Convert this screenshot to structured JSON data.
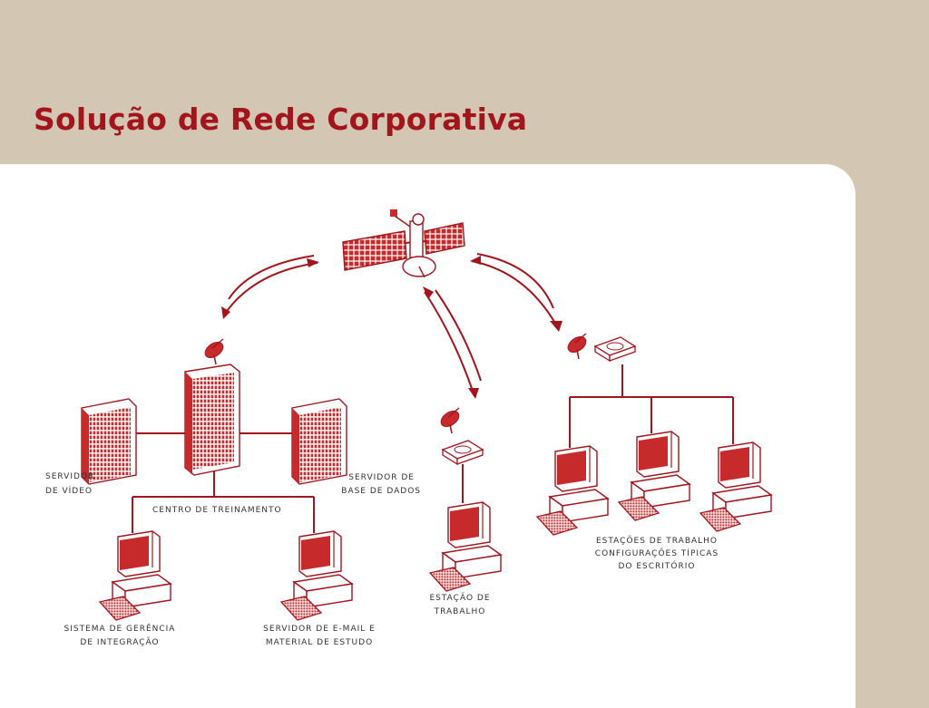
{
  "title": "Solução de Rede Corporativa",
  "colors": {
    "background": "#d3c7b3",
    "panel": "#ffffff",
    "accent": "#a3151c",
    "icon_fill": "#c62a2a",
    "label_text": "#333333"
  },
  "diagram": {
    "nodes": {
      "satellite": {
        "icon": "satellite-icon"
      },
      "video_server": {
        "icon": "server-building-icon",
        "label_lines": [
          "SERVIDOR",
          "DE VÍDEO"
        ]
      },
      "training_center": {
        "icon": "tower-building-icon",
        "label_lines": [
          "CENTRO DE TREINAMENTO"
        ]
      },
      "database_server": {
        "icon": "server-building-icon",
        "label_lines": [
          "SERVIDOR DE",
          "BASE DE DADOS"
        ]
      },
      "integration_system": {
        "icon": "workstation-icon",
        "label_lines": [
          "SISTEMA DE GERÊNCIA",
          "DE INTEGRAÇÃO"
        ]
      },
      "email_server": {
        "icon": "workstation-icon",
        "label_lines": [
          "SERVIDOR DE E-MAIL E",
          "MATERIAL DE ESTUDO"
        ]
      },
      "workstation": {
        "icon": "workstation-icon",
        "label_lines": [
          "ESTAÇÃO DE",
          "TRABALHO"
        ]
      },
      "office_workstations": {
        "icon": "workstation-icon",
        "count": 3,
        "label_lines": [
          "ESTAÇÕES DE TRABALHO",
          "CONFIGURAÇÕES TÍPICAS",
          "DO ESCRITÓRIO"
        ]
      }
    }
  }
}
